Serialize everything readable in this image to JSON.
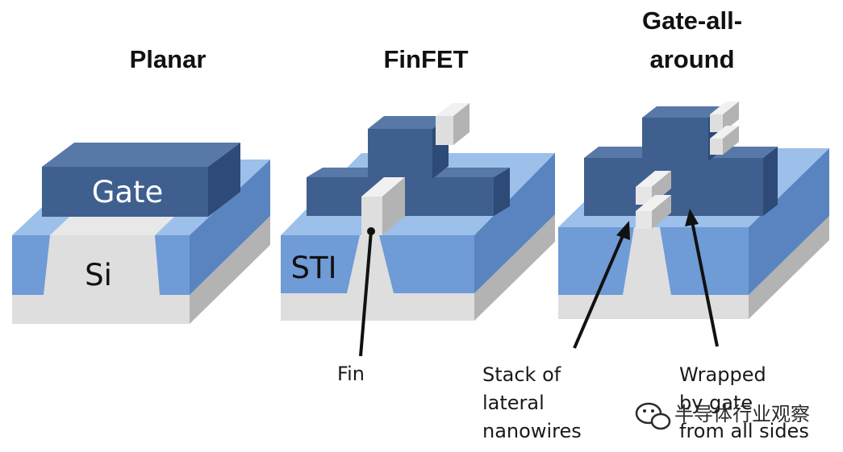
{
  "titles": {
    "planar": "Planar",
    "finfet": "FinFET",
    "gaa_line1": "Gate-all-",
    "gaa_line2": "around"
  },
  "labels": {
    "gate": "Gate",
    "si": "Si",
    "sti": "STI",
    "fin": "Fin",
    "stack_line1": "Stack of",
    "stack_line2": "lateral",
    "stack_line3": "nanowires",
    "wrapped_line1": "Wrapped",
    "wrapped_line2": "by gate",
    "wrapped_line3": "from all sides"
  },
  "watermark": {
    "text": "半导体行业观察",
    "icon": "wechat-icon"
  },
  "colors": {
    "gate_front": "#3f5f8e",
    "gate_top": "#5878a8",
    "gate_side": "#2e4a76",
    "oxide_front": "#6f9bd6",
    "oxide_top": "#9cc0ea",
    "oxide_side": "#5a84bf",
    "silicon_front": "#dedede",
    "silicon_top": "#f1f1f1",
    "silicon_side": "#b3b3b3",
    "arrow": "#111111"
  }
}
